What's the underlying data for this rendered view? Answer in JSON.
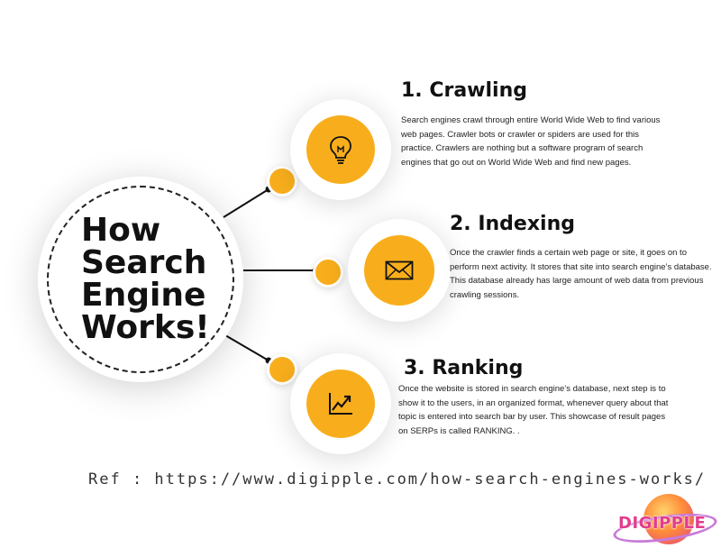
{
  "hub": {
    "title": "How\nSearch\nEngine\nWorks!"
  },
  "steps": [
    {
      "title": "1. Crawling",
      "icon": "lightbulb-icon",
      "body": "Search engines crawl through entire World Wide Web to find various web pages. Crawler bots or crawler or spiders are used for this practice. Crawlers are nothing but a software program of search engines that go out on World Wide Web and find new pages."
    },
    {
      "title": "2. Indexing",
      "icon": "envelope-icon",
      "body": "Once the crawler finds a certain web page or site, it goes on to perform next activity. It stores that site into search engine’s database. This database already has large amount of web data from previous crawling sessions."
    },
    {
      "title": "3. Ranking",
      "icon": "trend-chart-icon",
      "body": "Once the website is stored in search engine’s database, next step is to show it to the users, in an organized format, whenever query about that topic is entered into search bar by user. This showcase of result pages on SERPs is called RANKING.   ."
    }
  ],
  "reference": "Ref : https://www.digipple.com/how-search-engines-works/",
  "logo": {
    "text": "DIGIPPLE"
  },
  "colors": {
    "accent": "#f8ae1c",
    "text": "#111111",
    "logo": "#e23d8e"
  }
}
